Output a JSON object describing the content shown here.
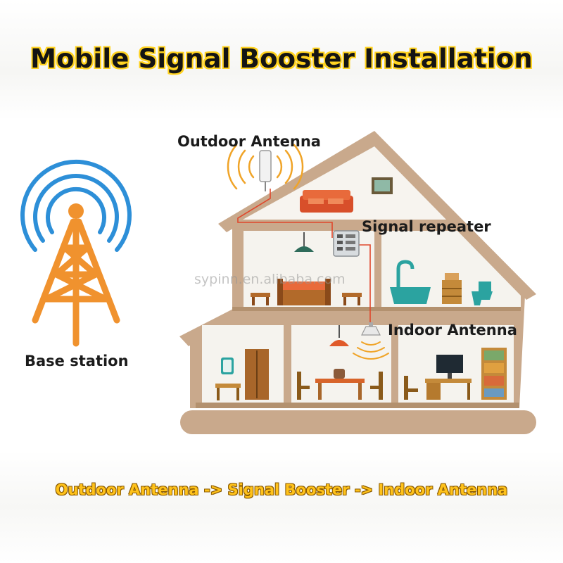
{
  "title": "Mobile Signal Booster Installation",
  "labels": {
    "outdoor_antenna": "Outdoor Antenna",
    "signal_repeater": "Signal repeater",
    "indoor_antenna": "Indoor Antenna",
    "base_station": "Base station"
  },
  "watermark": "sypinn.en.alibaba.com",
  "footer": "Outdoor Antenna -> Signal Booster -> Indoor Antenna",
  "colors": {
    "house_wall": "#c9a98c",
    "house_floor": "#f5f3ee",
    "tower": "#f0922e",
    "signal_waves": "#2d8fd8",
    "cable": "#e0472b",
    "title_outline": "#ffd21f",
    "footer_text": "#ffc21a"
  }
}
